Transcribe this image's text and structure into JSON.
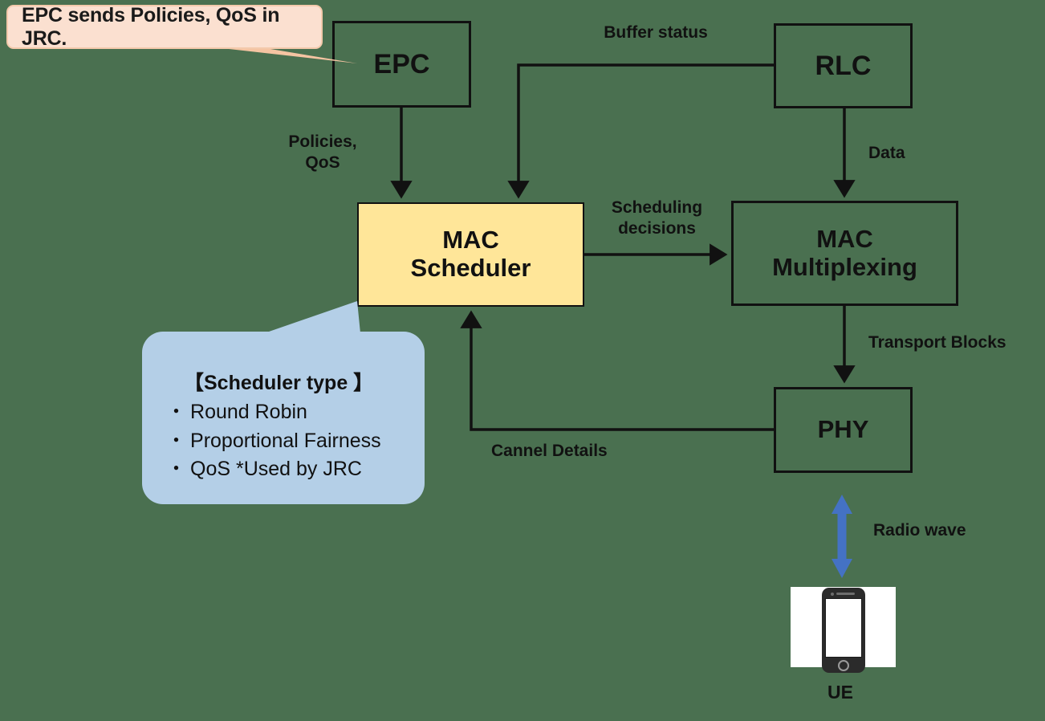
{
  "diagram": {
    "title": "LTE/5G MAC Scheduler data flow",
    "background_color": "#4a7050",
    "accent_yellow": "#ffe699",
    "accent_blue_callout": "#b4cfe7",
    "accent_peach_callout": "#fbe0d0",
    "accent_arrow_blue": "#4472c4",
    "highlight_red": "#ff0000"
  },
  "nodes": {
    "epc": "EPC",
    "rlc": "RLC",
    "mac_scheduler": "MAC\nScheduler",
    "mac_multiplexing": "MAC\nMultiplexing",
    "phy": "PHY",
    "ue": "UE"
  },
  "edges": {
    "buffer_status": "Buffer status",
    "policies_qos": "Policies,\nQoS",
    "data": "Data",
    "scheduling_decisions": "Scheduling\ndecisions",
    "transport_blocks": "Transport Blocks",
    "cannel_details": "Cannel Details",
    "radio_wave": "Radio wave"
  },
  "callout_epc": {
    "text": "EPC sends Policies, QoS in JRC."
  },
  "callout_scheduler": {
    "title": "【Scheduler type 】",
    "bullet": "・",
    "items": [
      {
        "label": "Round Robin",
        "highlight": false
      },
      {
        "label": "Proportional Fairness",
        "highlight": false
      },
      {
        "label": "QoS *Used by JRC",
        "highlight": true
      }
    ]
  }
}
